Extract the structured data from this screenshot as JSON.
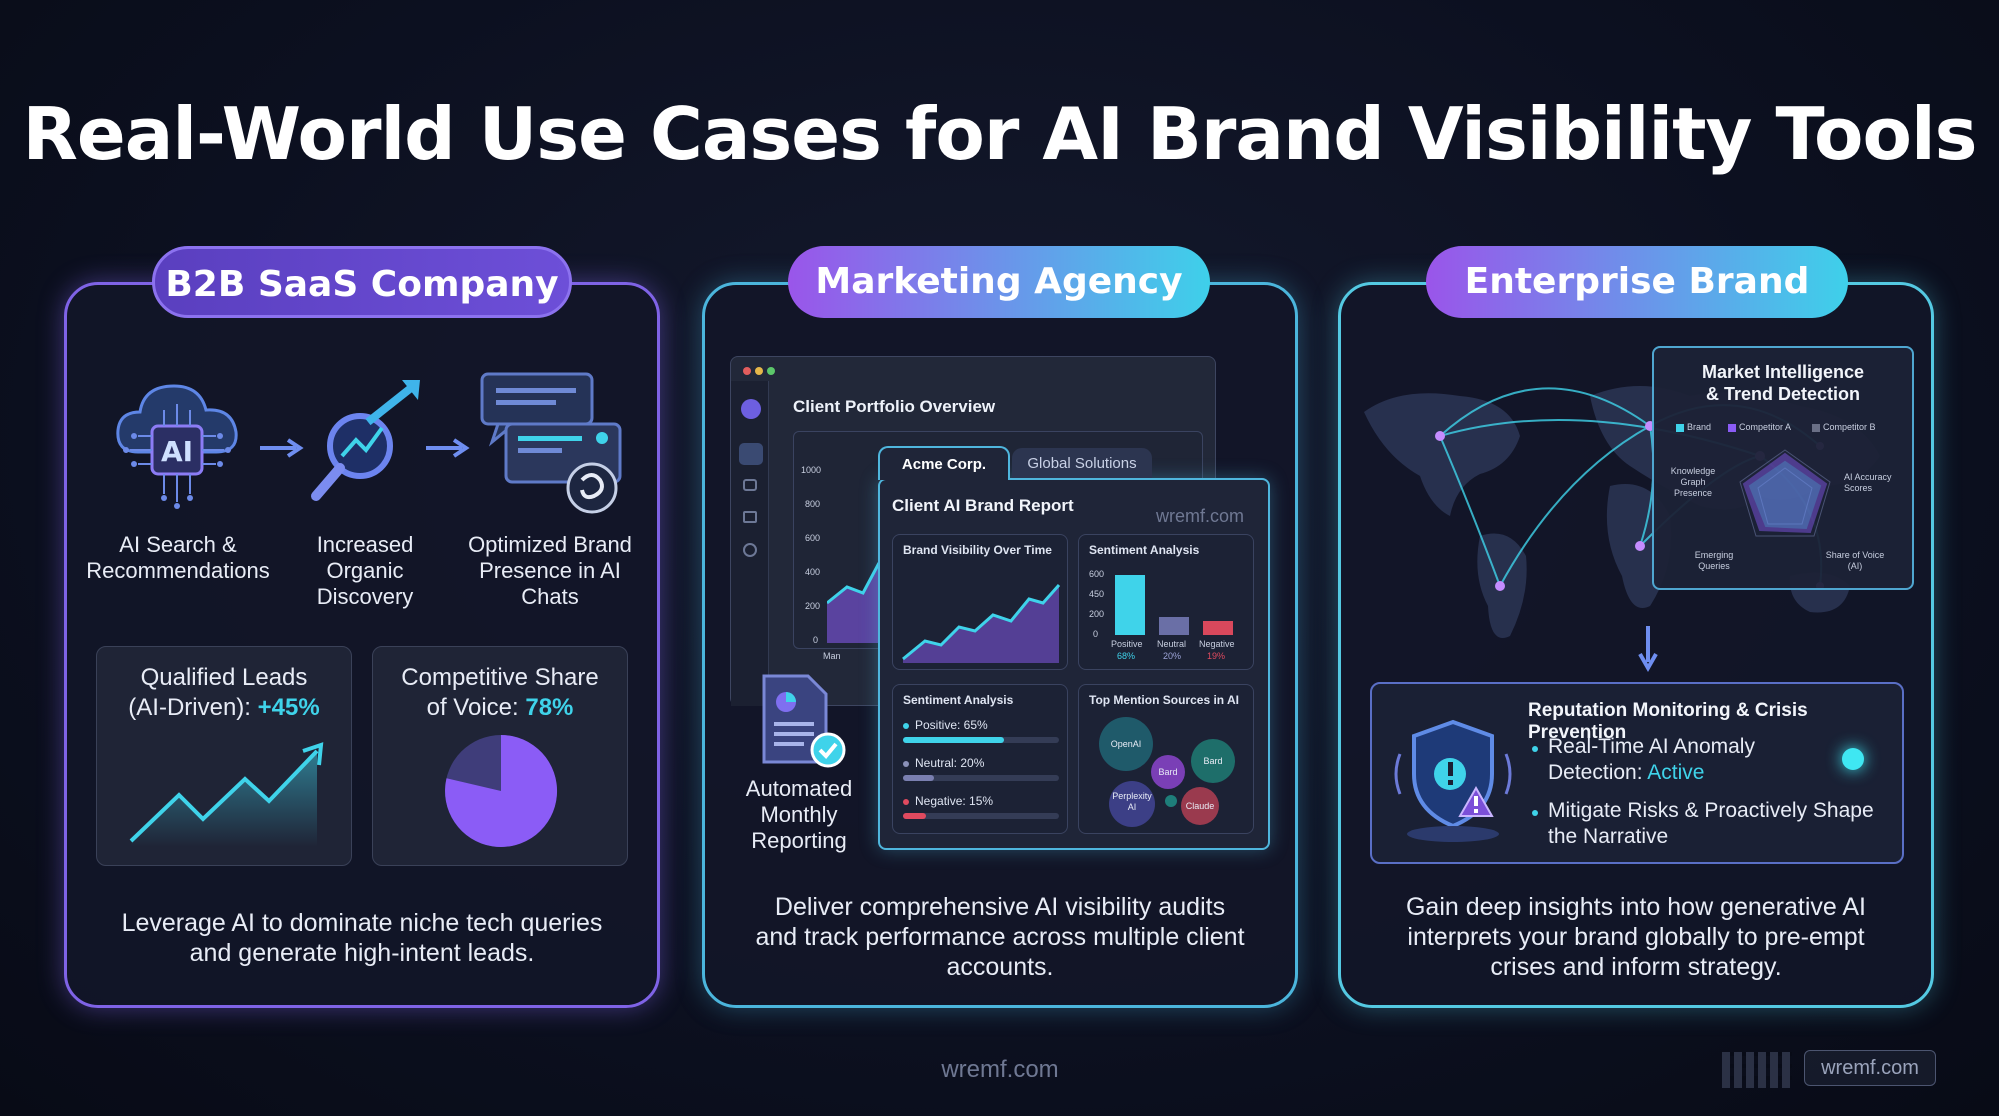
{
  "title": "Real-World Use Cases for AI Brand Visibility Tools",
  "watermark": "wremf.com",
  "colors": {
    "accent_cyan": "#3fd3ea",
    "accent_purple": "#8b5cf6",
    "negative_red": "#e04a5f"
  },
  "cards": [
    {
      "pill": "B2B SaaS Company",
      "steps": [
        "AI Search & Recommendations",
        "Increased Organic Discovery",
        "Optimized Brand Presence in AI Chats"
      ],
      "step_icons": [
        "ai-cloud-chip-icon",
        "magnifier-growth-icon",
        "chat-brand-icon"
      ],
      "stats": [
        {
          "label_line1": "Qualified Leads",
          "label_line2": "(AI-Driven): ",
          "value": "+45%"
        },
        {
          "label_line1": "Competitive Share",
          "label_line2": "of Voice: ",
          "value": "78%"
        }
      ],
      "description": "Leverage AI to dominate niche tech queries and generate high-intent leads."
    },
    {
      "pill": "Marketing Agency",
      "window_title": "Client Portfolio Overview",
      "back_axis": [
        "1000",
        "800",
        "600",
        "400",
        "200",
        "0"
      ],
      "back_month": "Man",
      "tabs": [
        "Acme Corp.",
        "Global Solutions"
      ],
      "report_title": "Client AI Brand Report",
      "report_watermark": "wremf.com",
      "panels": {
        "visibility_title": "Brand Visibility Over Time",
        "sentiment_title": "Sentiment Analysis",
        "sentiment_axis": [
          "600",
          "450",
          "200",
          "0"
        ],
        "sentiment_bars": [
          {
            "label": "Positive",
            "pct": "68%"
          },
          {
            "label": "Neutral",
            "pct": "20%"
          },
          {
            "label": "Negative",
            "pct": "19%"
          }
        ],
        "sentiment2_title": "Sentiment Analysis",
        "sentiment_rows": [
          {
            "label": "Positive: 65%",
            "value": 65
          },
          {
            "label": "Neutral: 20%",
            "value": 20
          },
          {
            "label": "Negative: 15%",
            "value": 15
          }
        ],
        "sources_title": "Top Mention Sources in AI",
        "sources": [
          "OpenAI",
          "Bard",
          "Bard",
          "Perplexity AI",
          "Claude"
        ]
      },
      "automated_label": "Automated Monthly Reporting",
      "description": "Deliver comprehensive AI visibility audits and track performance across multiple client accounts."
    },
    {
      "pill": "Enterprise Brand",
      "market": {
        "title_line1": "Market Intelligence",
        "title_line2": "& Trend Detection",
        "legend": [
          "Brand",
          "Competitor A",
          "Competitor B"
        ],
        "axes": [
          "Knowledge Graph Presence",
          "AI Accuracy Scores",
          "Emerging Queries",
          "Share of Voice (AI)"
        ]
      },
      "reputation": {
        "title": "Reputation Monitoring & Crisis Prevention",
        "bullet1_prefix": "Real-Time AI Anomaly Detection: ",
        "bullet1_status": "Active",
        "bullet2": "Mitigate Risks & Proactively Shape the Narrative"
      },
      "description": "Gain deep insights into how generative AI interprets your brand globally to pre-empt crises and inform strategy."
    }
  ]
}
